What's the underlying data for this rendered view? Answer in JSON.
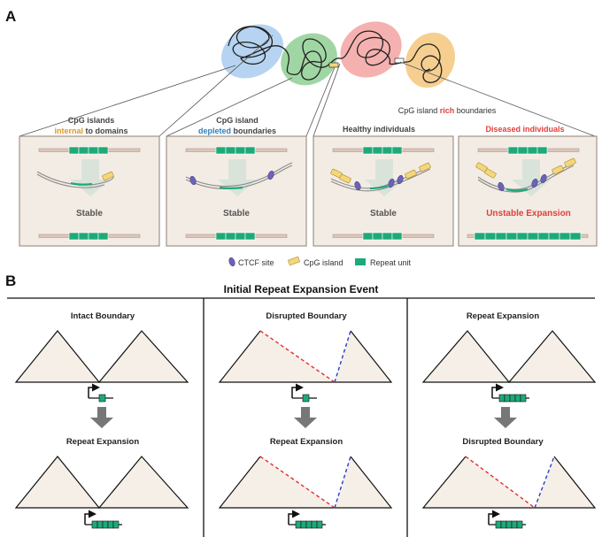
{
  "panel_a": {
    "letter": "A",
    "group_rich_label": {
      "pre": "CpG island ",
      "hi": "rich",
      "post": " boundaries"
    },
    "boxes": [
      {
        "title_line1": "CpG islands",
        "title_line2_hi": "internal",
        "title_line2_post": " to domains",
        "hi_color": "#d99a1e",
        "result": "Stable",
        "bottom_units": 4
      },
      {
        "title_line1": "CpG island",
        "title_line2_hi": "depleted",
        "title_line2_post": " boundaries",
        "hi_color": "#2c7fc0",
        "result": "Stable",
        "bottom_units": 4
      },
      {
        "title_line1": "Healthy individuals",
        "result": "Stable",
        "bottom_units": 4
      },
      {
        "title_line1": "Diseased individuals",
        "title_color": "#e0403a",
        "result": "Unstable Expansion",
        "result_color": "#e0403a",
        "bottom_units": 10
      }
    ],
    "legend": {
      "ctcf": "CTCF site",
      "cpg": "CpG island",
      "repeat": "Repeat unit"
    }
  },
  "panel_b": {
    "letter": "B",
    "title": "Initial Repeat Expansion Event",
    "columns": [
      {
        "top_label": "Intact Boundary",
        "bottom_label": "Repeat Expansion"
      },
      {
        "top_label": "Disrupted Boundary",
        "bottom_label": "Repeat Expansion"
      },
      {
        "top_label": "Repeat Expansion",
        "bottom_label": "Disrupted Boundary"
      }
    ]
  },
  "colors": {
    "box_fill": "#f3ece4",
    "box_stroke": "#8c7f74",
    "repeat_unit": "#1daa78",
    "cpg_island": "#f5d77a",
    "ctcf": "#6b63b5",
    "dashed_red": "#e03030",
    "dashed_blue": "#2b3ec4",
    "domain_blue": "#a9cdee",
    "domain_green": "#8fcf93",
    "domain_red": "#f3a3a1",
    "domain_orange": "#f5c77d"
  }
}
